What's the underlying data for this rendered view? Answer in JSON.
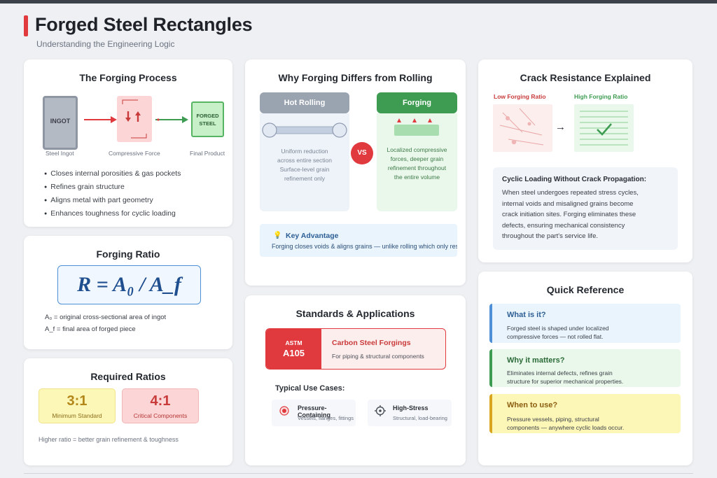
{
  "header": {
    "title": "Forged Steel Rectangles",
    "subtitle": "Understanding the Engineering Logic"
  },
  "forging_process": {
    "title": "The Forging Process",
    "ingot_label": "INGOT",
    "product_label_1": "FORGED",
    "product_label_2": "STEEL",
    "captions": [
      "Steel Ingot",
      "Compressive Force",
      "Final Product"
    ],
    "bullets": [
      "Closes internal porosities & gas pockets",
      "Refines grain structure",
      "Aligns metal with part geometry",
      "Enhances toughness for cyclic loading"
    ]
  },
  "forging_ratio": {
    "title": "Forging Ratio",
    "formula": "R = A₀ / A_f",
    "def_a0": "A₀ = original cross-sectional area of ingot",
    "def_af": "A_f = final area of forged piece"
  },
  "required_ratios": {
    "title": "Required Ratios",
    "min_value": "3:1",
    "min_label": "Minimum Standard",
    "crit_value": "4:1",
    "crit_label": "Critical Components",
    "note": "Higher ratio = better grain refinement & toughness"
  },
  "comparison": {
    "title": "Why Forging Differs from Rolling",
    "rolling_label": "Hot Rolling",
    "rolling_text": [
      "Uniform reduction",
      "across entire section",
      "Surface-level grain",
      "refinement only"
    ],
    "vs_label": "VS",
    "forging_label": "Forging",
    "forging_text": [
      "Localized compressive",
      "forces, deeper grain",
      "refinement throughout",
      "the entire volume"
    ],
    "key_title": "Key Advantage",
    "key_text": "Forging closes voids & aligns grains — unlike rolling which only reshapes"
  },
  "standards": {
    "title": "Standards & Applications",
    "astm_top": "ASTM",
    "astm_code": "A105",
    "std_title": "Carbon Steel Forgings",
    "std_text": "For piping & structural components",
    "use_cases_title": "Typical Use Cases:",
    "use_cases": [
      {
        "title": "Pressure-Containing",
        "text": "Vessels, flanges, fittings"
      },
      {
        "title": "High-Stress",
        "text": "Structural, load-bearing"
      }
    ]
  },
  "crack": {
    "title": "Crack Resistance Explained",
    "low_label": "Low Forging Ratio",
    "high_label": "High Forging Ratio",
    "arrow": "→",
    "cyclic_title": "Cyclic Loading Without Crack Propagation:",
    "cyclic_lines": [
      "When steel undergoes repeated stress cycles,",
      "internal voids and misaligned grains become",
      "crack initiation sites. Forging eliminates these",
      "defects, ensuring mechanical consistency",
      "throughout the part's service life."
    ]
  },
  "quick_ref": {
    "title": "Quick Reference",
    "items": [
      {
        "title": "What is it?",
        "lines": [
          "Forged steel is shaped under localized",
          "compressive forces — not rolled flat."
        ]
      },
      {
        "title": "Why it matters?",
        "lines": [
          "Eliminates internal defects, refines grain",
          "structure for superior mechanical properties."
        ]
      },
      {
        "title": "When to use?",
        "lines": [
          "Pressure vessels, piping, structural",
          "components — anywhere cyclic loads occur."
        ]
      }
    ]
  },
  "colors": {
    "accent_red": "#e0393e",
    "rolling_gray": "#9aa3b0",
    "forging_green": "#3e9c52",
    "formula_blue": "#4f8fd6",
    "ratio_yellow": "#fdf7b7",
    "ratio_pink": "#fcd6d6"
  }
}
